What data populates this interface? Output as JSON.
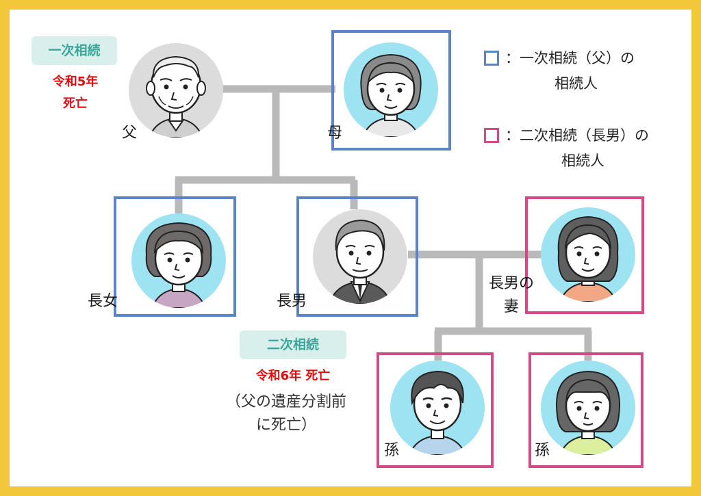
{
  "people": {
    "father": "父",
    "mother": "母",
    "eldest_daughter": "長女",
    "eldest_son": "長男",
    "wife": "長男の\n妻",
    "grandson1": "孫",
    "grandson2": "孫"
  },
  "first": {
    "tag": "一次相続",
    "date": "令和5年",
    "death": "死亡"
  },
  "second": {
    "tag": "二次相続",
    "date_death": "令和6年 死亡",
    "note_line1": "（父の遺産分割前",
    "note_line2": "に死亡）"
  },
  "legend": {
    "blue_line1": "：一次相続（父）の",
    "blue_line2": "相続人",
    "pink_line1": "：二次相続（長男）の",
    "pink_line2": "相続人"
  },
  "colors": {
    "blue": "#5b84c4",
    "pink": "#d54a86",
    "frame": "#f2c83a",
    "line": "#b9b9b9",
    "tag_bg": "#d9efeb",
    "tag_text": "#3aa598",
    "death_red": "#e00d10"
  }
}
